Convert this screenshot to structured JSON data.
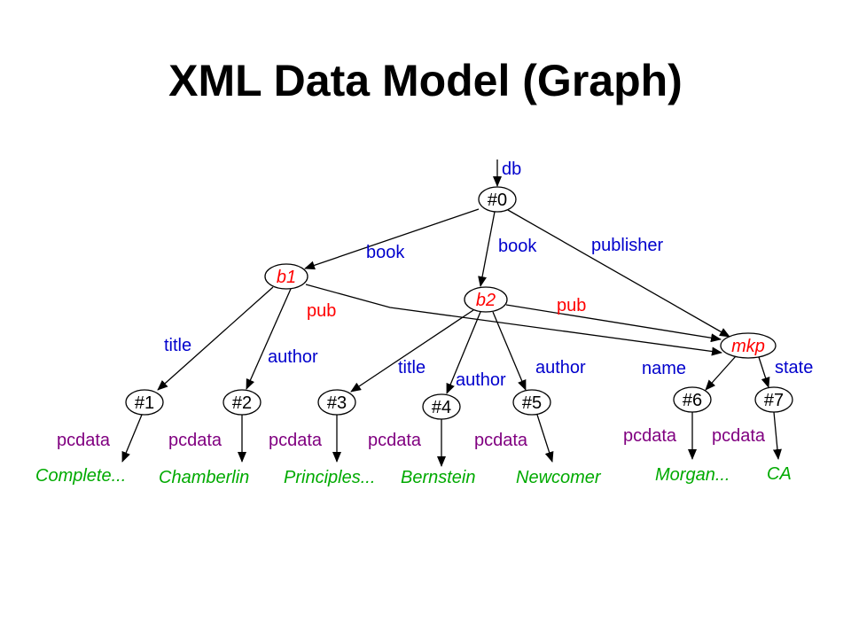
{
  "title": "XML Data Model (Graph)",
  "colors": {
    "edge": "#000000",
    "tag": "#0000cc",
    "ref": "#ff0000",
    "pcdata": "#800080",
    "leaf": "#00aa00",
    "node_text": "#000000"
  },
  "nodes": [
    {
      "id": "n0",
      "label": "#0",
      "style": "plain"
    },
    {
      "id": "b1",
      "label": "b1",
      "style": "ref"
    },
    {
      "id": "b2",
      "label": "b2",
      "style": "ref"
    },
    {
      "id": "mkp",
      "label": "mkp",
      "style": "ref"
    },
    {
      "id": "n1",
      "label": "#1",
      "style": "plain"
    },
    {
      "id": "n2",
      "label": "#2",
      "style": "plain"
    },
    {
      "id": "n3",
      "label": "#3",
      "style": "plain"
    },
    {
      "id": "n4",
      "label": "#4",
      "style": "plain"
    },
    {
      "id": "n5",
      "label": "#5",
      "style": "plain"
    },
    {
      "id": "n6",
      "label": "#6",
      "style": "plain"
    },
    {
      "id": "n7",
      "label": "#7",
      "style": "plain"
    }
  ],
  "leaves": [
    {
      "id": "l1",
      "text": "Complete..."
    },
    {
      "id": "l2",
      "text": "Chamberlin"
    },
    {
      "id": "l3",
      "text": "Principles..."
    },
    {
      "id": "l4",
      "text": "Bernstein"
    },
    {
      "id": "l5",
      "text": "Newcomer"
    },
    {
      "id": "l6",
      "text": "Morgan..."
    },
    {
      "id": "l7",
      "text": "CA"
    }
  ],
  "edges": [
    {
      "id": "e-db",
      "from": "root",
      "to": "n0",
      "label": "db",
      "kind": "tag"
    },
    {
      "id": "e-book1",
      "from": "n0",
      "to": "b1",
      "label": "book",
      "kind": "tag"
    },
    {
      "id": "e-book2",
      "from": "n0",
      "to": "b2",
      "label": "book",
      "kind": "tag"
    },
    {
      "id": "e-publisher",
      "from": "n0",
      "to": "mkp",
      "label": "publisher",
      "kind": "tag"
    },
    {
      "id": "e-pub1",
      "from": "b1",
      "to": "mkp",
      "label": "pub",
      "kind": "ref"
    },
    {
      "id": "e-pub2",
      "from": "b2",
      "to": "mkp",
      "label": "pub",
      "kind": "ref"
    },
    {
      "id": "e-title1",
      "from": "b1",
      "to": "n1",
      "label": "title",
      "kind": "tag"
    },
    {
      "id": "e-author1",
      "from": "b1",
      "to": "n2",
      "label": "author",
      "kind": "tag"
    },
    {
      "id": "e-title2",
      "from": "b2",
      "to": "n3",
      "label": "title",
      "kind": "tag"
    },
    {
      "id": "e-author2",
      "from": "b2",
      "to": "n4",
      "label": "author",
      "kind": "tag"
    },
    {
      "id": "e-author3",
      "from": "b2",
      "to": "n5",
      "label": "author",
      "kind": "tag"
    },
    {
      "id": "e-name",
      "from": "mkp",
      "to": "n6",
      "label": "name",
      "kind": "tag"
    },
    {
      "id": "e-state",
      "from": "mkp",
      "to": "n7",
      "label": "state",
      "kind": "tag"
    },
    {
      "id": "e-pc1",
      "from": "n1",
      "to": "l1",
      "label": "pcdata",
      "kind": "pcdata"
    },
    {
      "id": "e-pc2",
      "from": "n2",
      "to": "l2",
      "label": "pcdata",
      "kind": "pcdata"
    },
    {
      "id": "e-pc3",
      "from": "n3",
      "to": "l3",
      "label": "pcdata",
      "kind": "pcdata"
    },
    {
      "id": "e-pc4",
      "from": "n4",
      "to": "l4",
      "label": "pcdata",
      "kind": "pcdata"
    },
    {
      "id": "e-pc5",
      "from": "n5",
      "to": "l5",
      "label": "pcdata",
      "kind": "pcdata"
    },
    {
      "id": "e-pc6",
      "from": "n6",
      "to": "l6",
      "label": "pcdata",
      "kind": "pcdata"
    },
    {
      "id": "e-pc7",
      "from": "n7",
      "to": "l7",
      "label": "pcdata",
      "kind": "pcdata"
    }
  ]
}
